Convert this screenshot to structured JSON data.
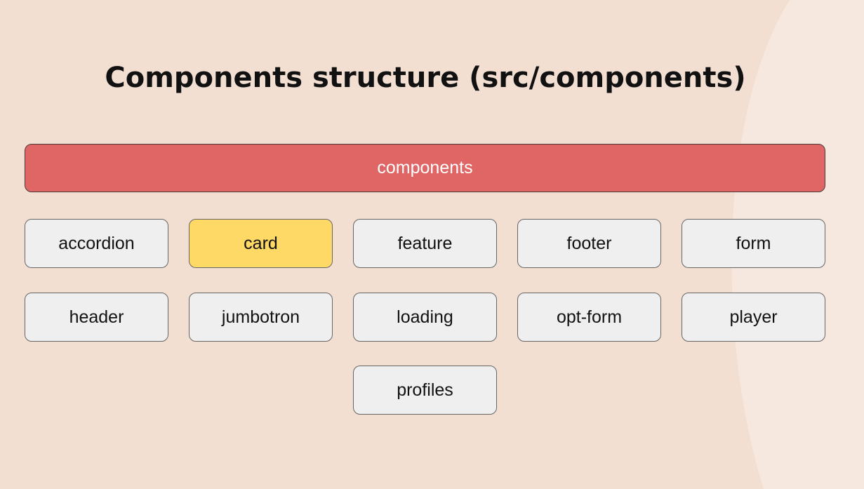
{
  "title": "Components structure (src/components)",
  "colors": {
    "background": "#f2dfd2",
    "background_curve": "#f6e8de",
    "root_fill": "#e06666",
    "node_fill": "#efefef",
    "highlight_fill": "#ffd966"
  },
  "diagram": {
    "root": "components",
    "children": [
      {
        "label": "accordion",
        "highlighted": false
      },
      {
        "label": "card",
        "highlighted": true
      },
      {
        "label": "feature",
        "highlighted": false
      },
      {
        "label": "footer",
        "highlighted": false
      },
      {
        "label": "form",
        "highlighted": false
      },
      {
        "label": "header",
        "highlighted": false
      },
      {
        "label": "jumbotron",
        "highlighted": false
      },
      {
        "label": "loading",
        "highlighted": false
      },
      {
        "label": "opt-form",
        "highlighted": false
      },
      {
        "label": "player",
        "highlighted": false
      },
      {
        "label": "profiles",
        "highlighted": false
      }
    ]
  }
}
